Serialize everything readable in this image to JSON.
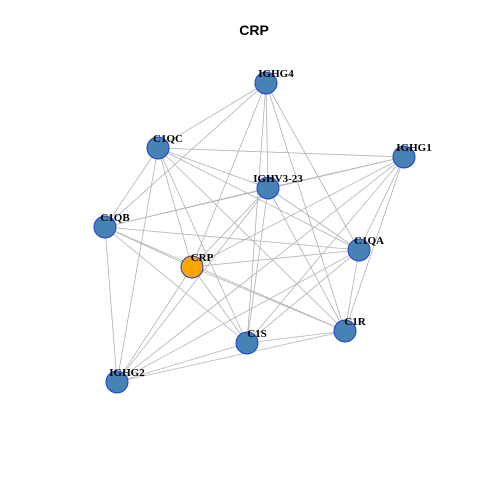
{
  "title": "CRP",
  "colors": {
    "hub_node": "#FFA500",
    "node": "#4682B4",
    "node_border": "#1F3FD1",
    "edge": "#B3B3B3"
  },
  "nodes": [
    {
      "id": "IGHG4",
      "label": "IGHG4",
      "hub": false
    },
    {
      "id": "C1QC",
      "label": "C1QC",
      "hub": false
    },
    {
      "id": "IGHG1",
      "label": "IGHG1",
      "hub": false
    },
    {
      "id": "IGHV3-23",
      "label": "IGHV3-23",
      "hub": false
    },
    {
      "id": "C1QB",
      "label": "C1QB",
      "hub": false
    },
    {
      "id": "C1QA",
      "label": "C1QA",
      "hub": false
    },
    {
      "id": "CRP",
      "label": "CRP",
      "hub": true
    },
    {
      "id": "C1R",
      "label": "C1R",
      "hub": false
    },
    {
      "id": "C1S",
      "label": "C1S",
      "hub": false
    },
    {
      "id": "IGHG2",
      "label": "IGHG2",
      "hub": false
    }
  ],
  "edges": [
    [
      "IGHG4",
      "C1QC"
    ],
    [
      "IGHG4",
      "IGHV3-23"
    ],
    [
      "IGHG4",
      "C1QB"
    ],
    [
      "IGHG4",
      "CRP"
    ],
    [
      "IGHG4",
      "C1QA"
    ],
    [
      "IGHG4",
      "C1R"
    ],
    [
      "IGHG4",
      "C1S"
    ],
    [
      "C1QC",
      "IGHG1"
    ],
    [
      "C1QC",
      "IGHV3-23"
    ],
    [
      "C1QC",
      "C1QB"
    ],
    [
      "C1QC",
      "CRP"
    ],
    [
      "C1QC",
      "C1QA"
    ],
    [
      "C1QC",
      "C1R"
    ],
    [
      "C1QC",
      "C1S"
    ],
    [
      "C1QC",
      "IGHG2"
    ],
    [
      "IGHG1",
      "IGHV3-23"
    ],
    [
      "IGHG1",
      "C1QB"
    ],
    [
      "IGHG1",
      "CRP"
    ],
    [
      "IGHG1",
      "C1QA"
    ],
    [
      "IGHG1",
      "C1R"
    ],
    [
      "IGHG1",
      "C1S"
    ],
    [
      "IGHG1",
      "IGHG2"
    ],
    [
      "IGHV3-23",
      "C1QB"
    ],
    [
      "IGHV3-23",
      "CRP"
    ],
    [
      "IGHV3-23",
      "C1QA"
    ],
    [
      "IGHV3-23",
      "C1R"
    ],
    [
      "IGHV3-23",
      "C1S"
    ],
    [
      "IGHV3-23",
      "IGHG2"
    ],
    [
      "C1QB",
      "C1QA"
    ],
    [
      "C1QB",
      "CRP"
    ],
    [
      "C1QB",
      "C1R"
    ],
    [
      "C1QB",
      "C1S"
    ],
    [
      "C1QB",
      "IGHG2"
    ],
    [
      "C1QA",
      "CRP"
    ],
    [
      "C1QA",
      "C1S"
    ],
    [
      "C1QA",
      "C1R"
    ],
    [
      "C1QA",
      "IGHG2"
    ],
    [
      "CRP",
      "C1R"
    ],
    [
      "CRP",
      "C1S"
    ],
    [
      "CRP",
      "IGHG2"
    ],
    [
      "C1R",
      "C1S"
    ],
    [
      "C1R",
      "IGHG2"
    ],
    [
      "C1S",
      "IGHG2"
    ]
  ]
}
